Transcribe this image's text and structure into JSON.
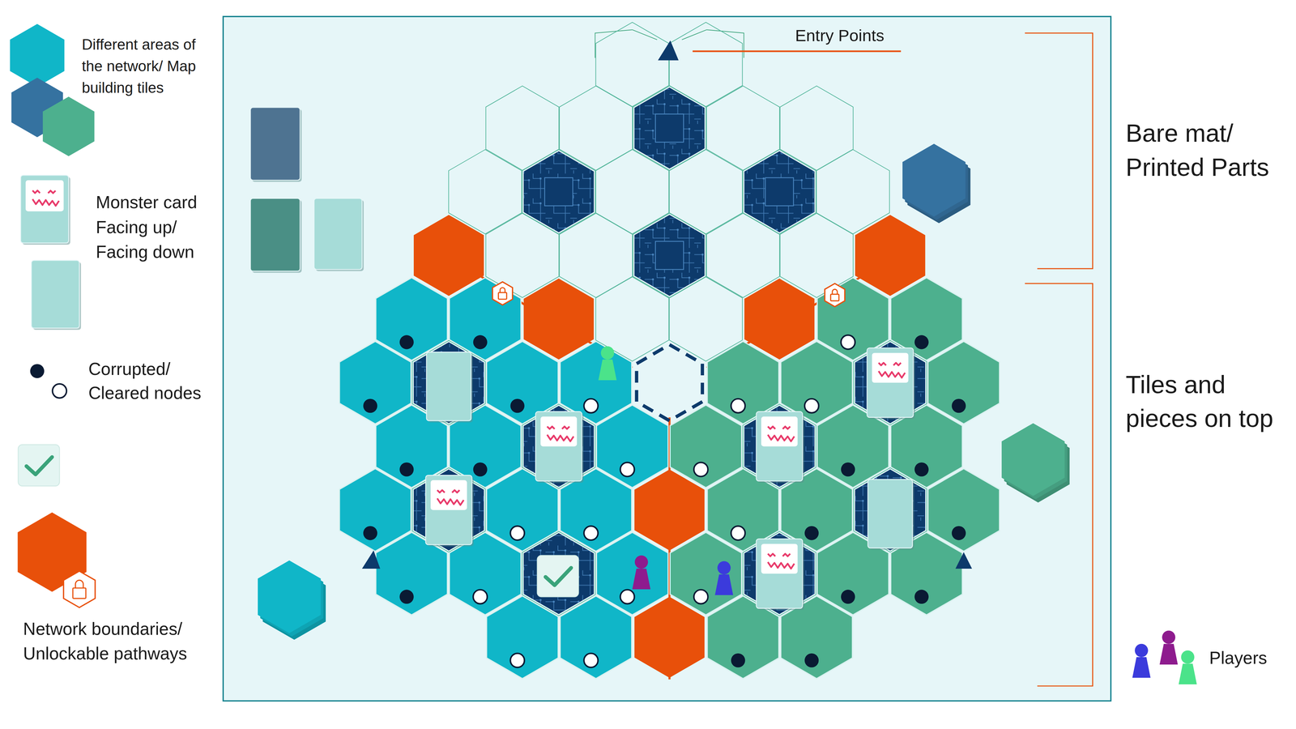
{
  "diagram": {
    "labels": [
      "Entry Points",
      "Bare mat/ Printed Parts",
      "Tiles and pieces on top"
    ],
    "legend": [
      {
        "text": "Different areas of the network/ Map building tiles"
      },
      {
        "text": "Monster card Facing up/ Facing down"
      },
      {
        "text": "Corrupted/ Cleared nodes"
      },
      {
        "text": "Network boundaries/ Unlockable pathways"
      },
      {
        "text": "Players"
      }
    ]
  }
}
